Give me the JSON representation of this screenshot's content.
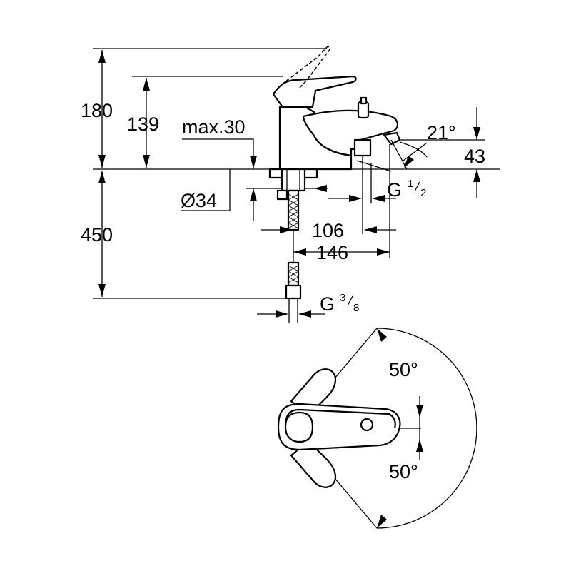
{
  "dimensions": {
    "total_height": "180",
    "spout_height": "139",
    "max_deck": "max.30",
    "hole_diameter": "Ø34",
    "pipe_length": "450",
    "outlet_angle": "21°",
    "outlet_height": "43",
    "outlet_thread": "G",
    "outlet_thread_num": "1",
    "outlet_thread_den": "2",
    "reach_106": "106",
    "reach_146": "146",
    "hose_thread": "G",
    "hose_thread_num": "3",
    "hose_thread_den": "8",
    "rotation_upper": "50°",
    "rotation_lower": "50°"
  },
  "colors": {
    "line": "#000000",
    "background": "#ffffff"
  }
}
